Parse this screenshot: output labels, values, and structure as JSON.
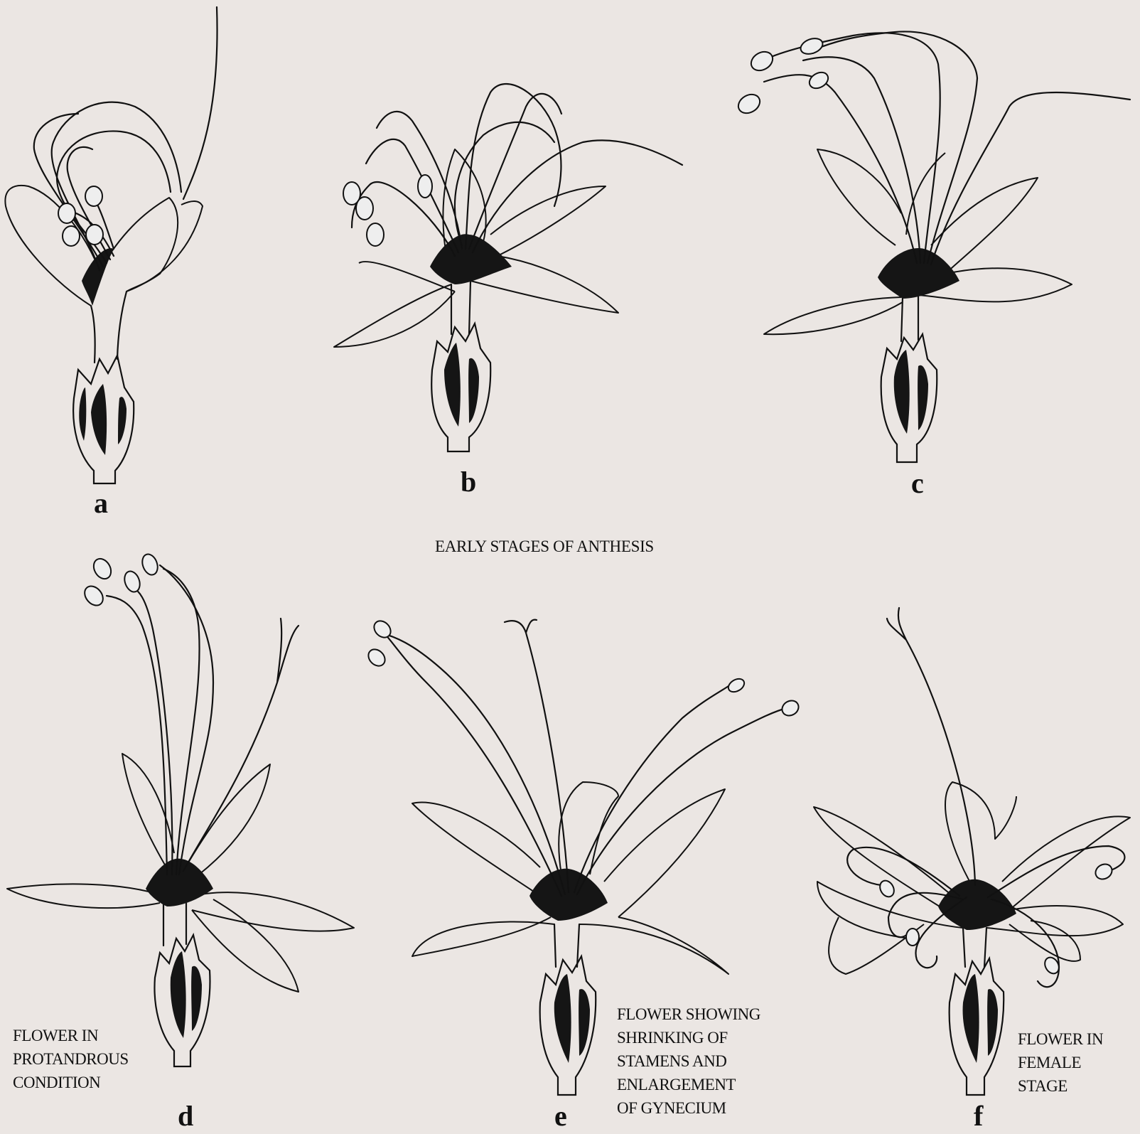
{
  "figure": {
    "title": "EARLY STAGES OF ANTHESIS",
    "panels": [
      {
        "id": "a",
        "label": "a",
        "caption": []
      },
      {
        "id": "b",
        "label": "b",
        "caption": []
      },
      {
        "id": "c",
        "label": "c",
        "caption": []
      },
      {
        "id": "d",
        "label": "d",
        "caption": [
          "FLOWER IN",
          "PROTANDROUS",
          "CONDITION"
        ]
      },
      {
        "id": "e",
        "label": "e",
        "caption": [
          "FLOWER SHOWING",
          "SHRINKING OF",
          "STAMENS AND",
          "ENLARGEMENT",
          "OF GYNECIUM"
        ]
      },
      {
        "id": "f",
        "label": "f",
        "caption": [
          "FLOWER IN",
          "FEMALE",
          "STAGE"
        ]
      }
    ]
  }
}
